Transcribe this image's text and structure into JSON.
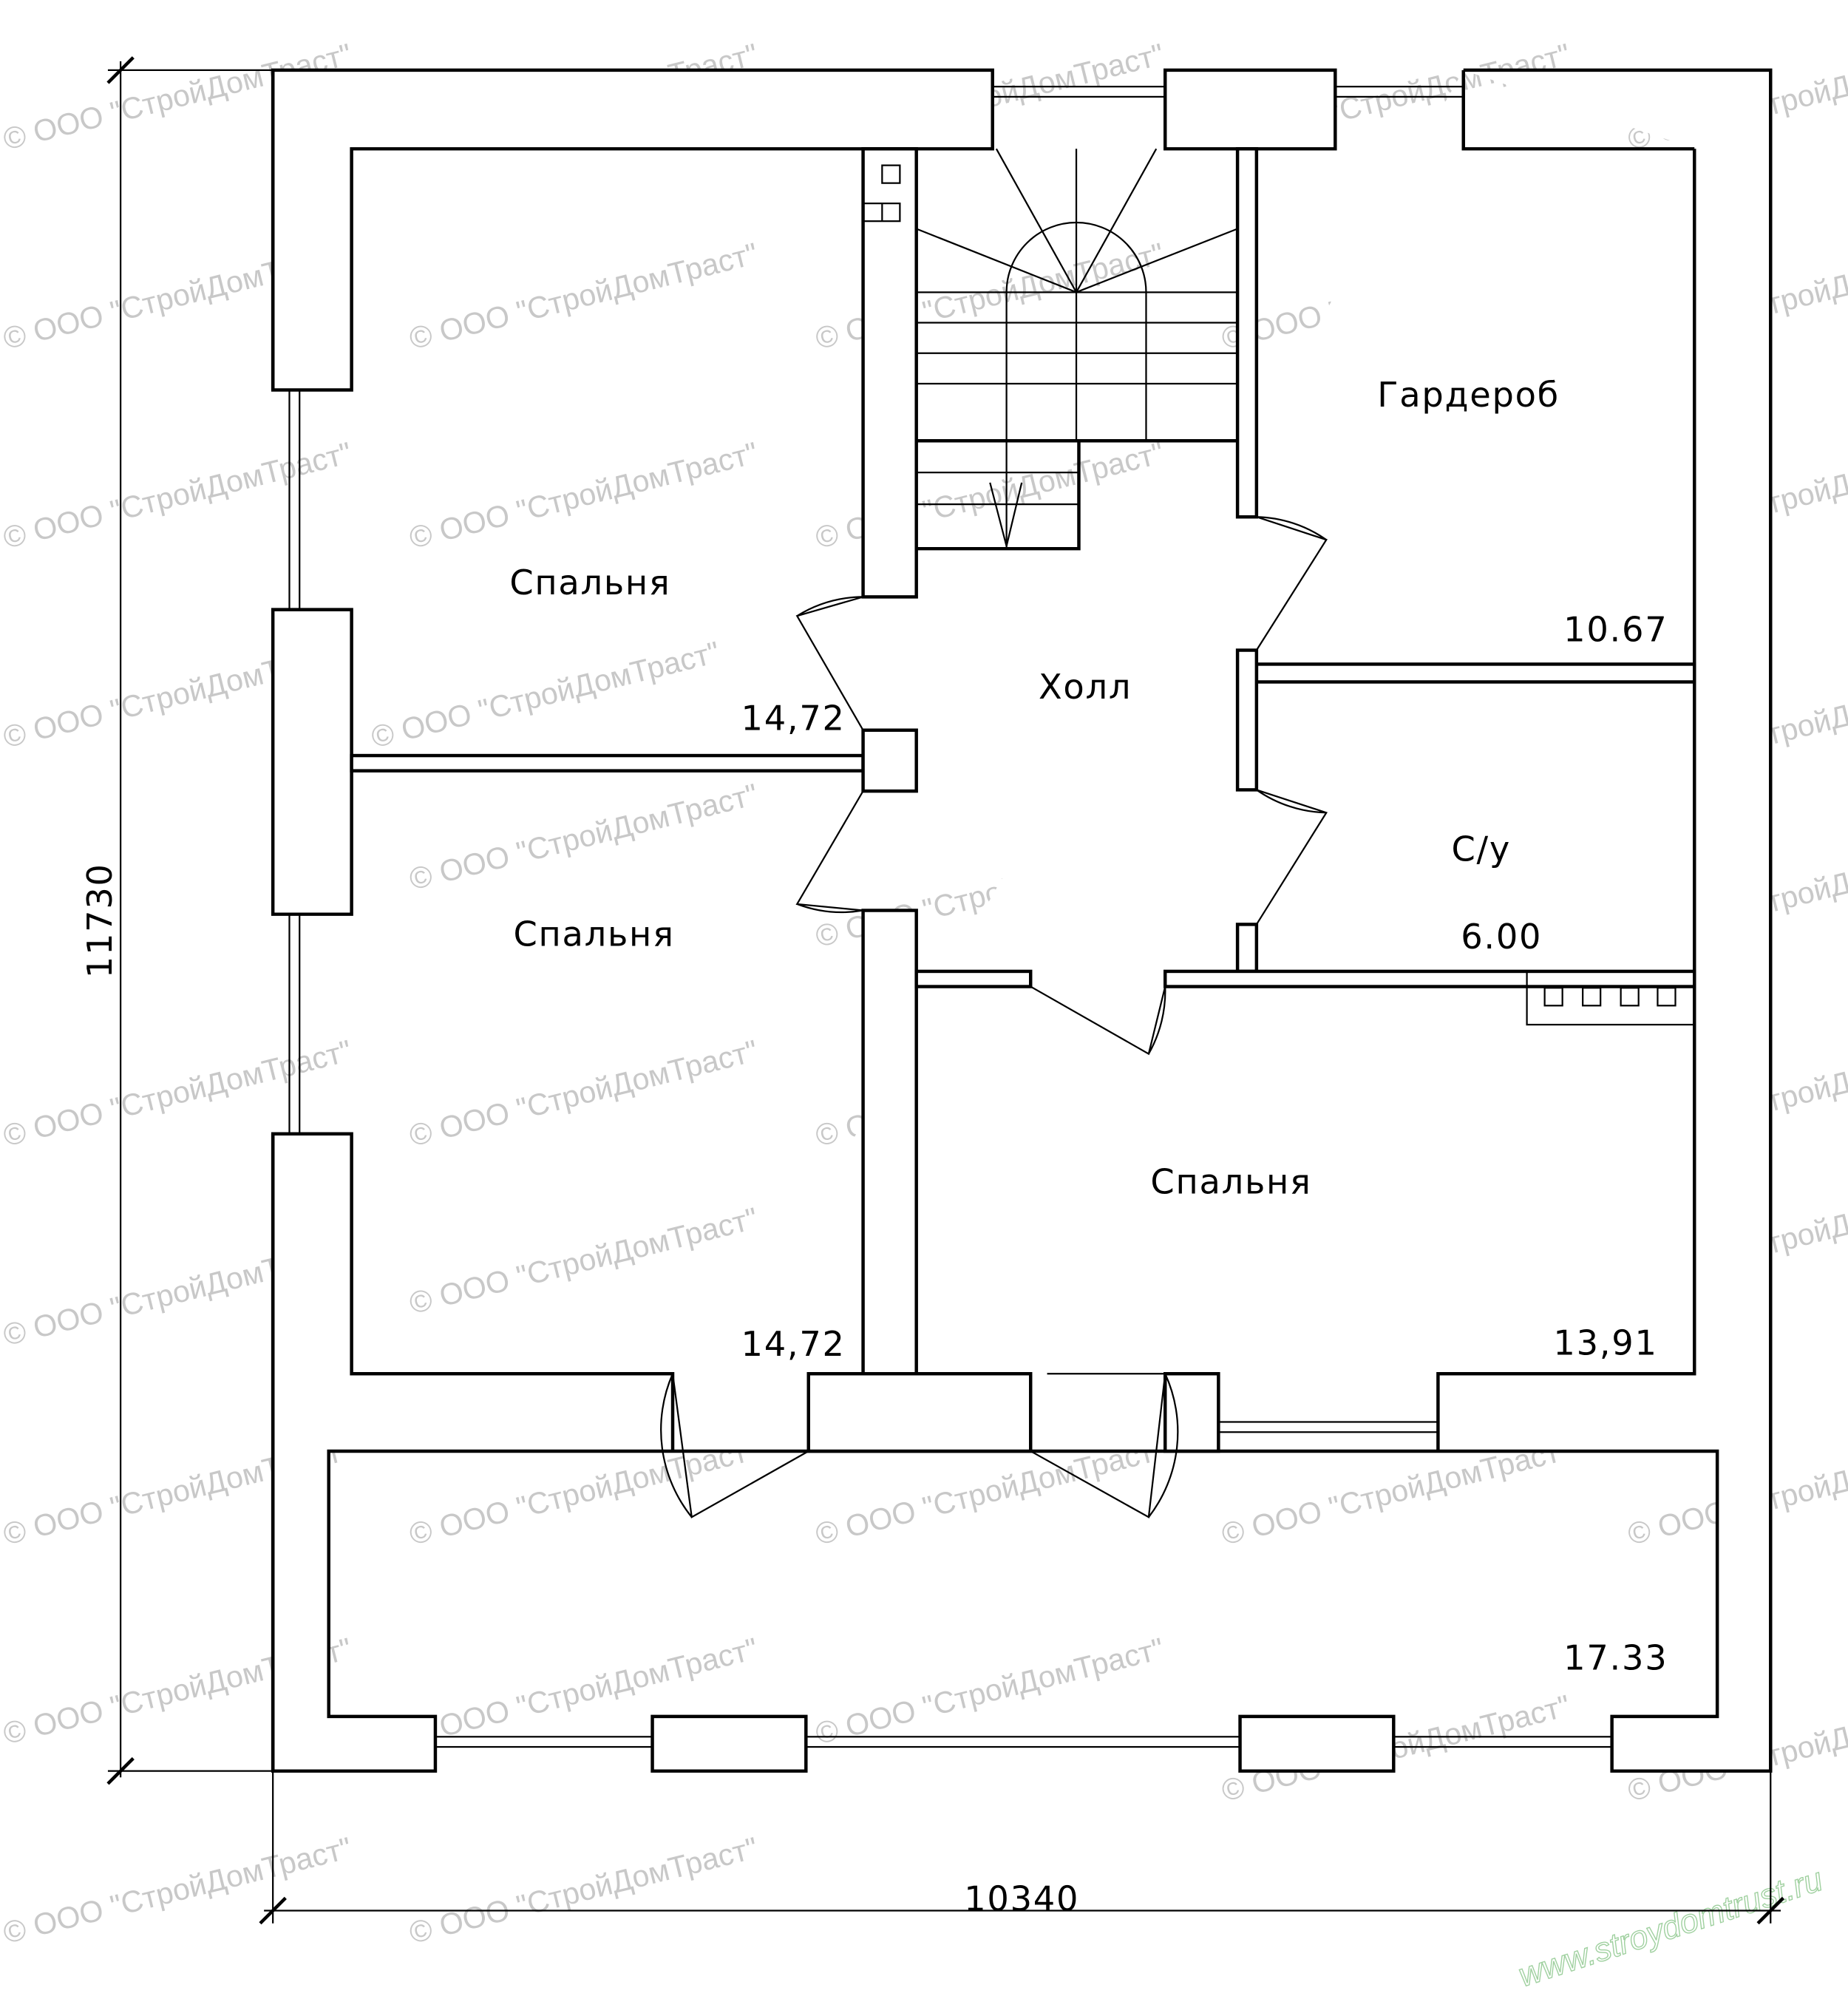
{
  "plan": {
    "rooms": [
      {
        "name": "Спальня",
        "area": "14,72"
      },
      {
        "name": "Спальня",
        "area": "14,72"
      },
      {
        "name": "Спальня",
        "area": "13,91"
      },
      {
        "name": "Холл"
      },
      {
        "name": "Гардероб",
        "area": "10.67"
      },
      {
        "name": "С/у",
        "area": "6.00"
      },
      {
        "area": "17.33"
      }
    ],
    "dimensions": {
      "width": "10340",
      "height": "11730"
    }
  },
  "watermark": {
    "text": "© ООО \"СтройДомТраст\"",
    "site": "www.stroydomtrust.ru"
  }
}
